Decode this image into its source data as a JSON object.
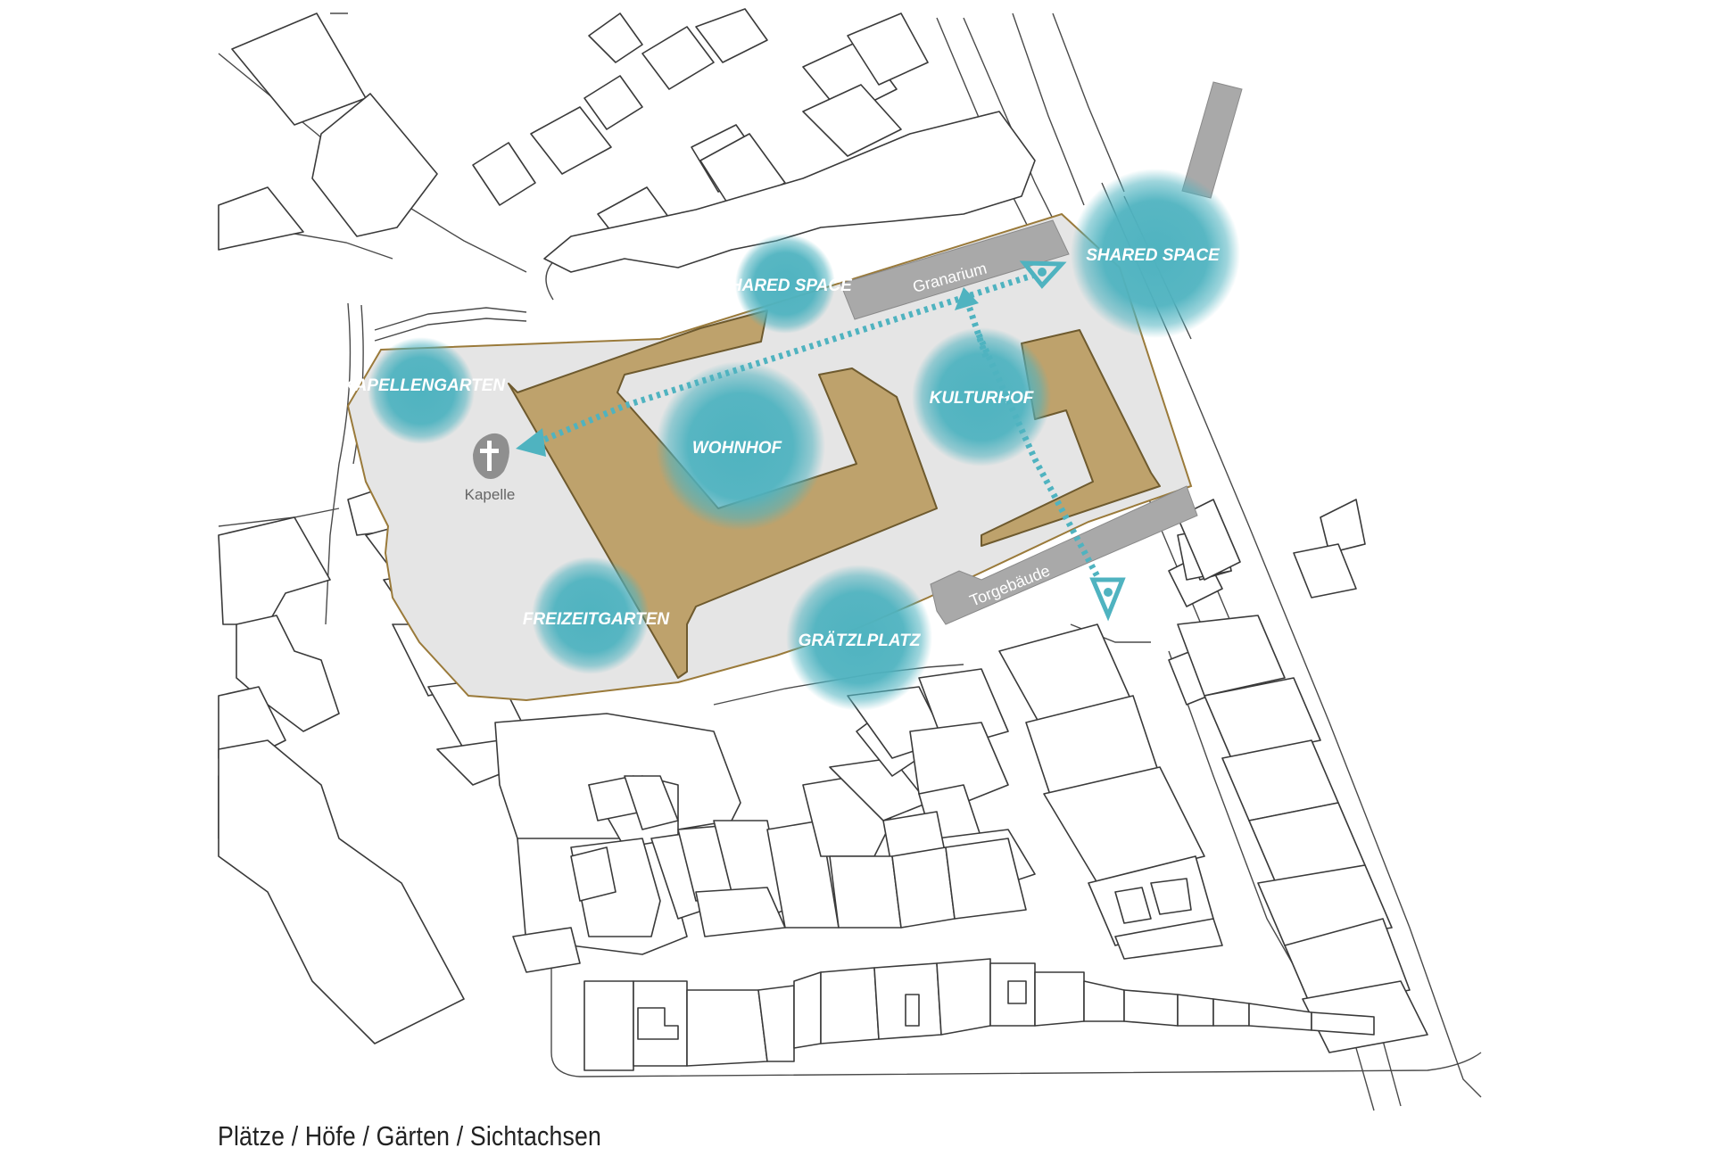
{
  "caption": "Plätze / Höfe / Gärten / Sichtachsen",
  "colors": {
    "zone": "#4fb3c0",
    "new_building": "#bea26c",
    "existing_building": "#a9a9a9",
    "site": "#e5e5e5",
    "outline": "#3a3a3a"
  },
  "zones": [
    {
      "id": "shared-space-north",
      "label": "SHARED SPACE"
    },
    {
      "id": "shared-space-east",
      "label": "SHARED SPACE"
    },
    {
      "id": "kapellengarten",
      "label": "KAPELLENGARTEN"
    },
    {
      "id": "wohnhof",
      "label": "WOHNHOF"
    },
    {
      "id": "kulturhof",
      "label": "KULTURHOF"
    },
    {
      "id": "freizeitgarten",
      "label": "FREIZEITGARTEN"
    },
    {
      "id": "graetzlplatz",
      "label": "GRÄTZLPLATZ"
    }
  ],
  "buildings": {
    "granarium": "Granarium",
    "torgebaeude": "Torgebäude",
    "kapelle": "Kapelle"
  },
  "icons": {
    "chapel": "cross-icon",
    "viewpoint": "eye-icon"
  }
}
